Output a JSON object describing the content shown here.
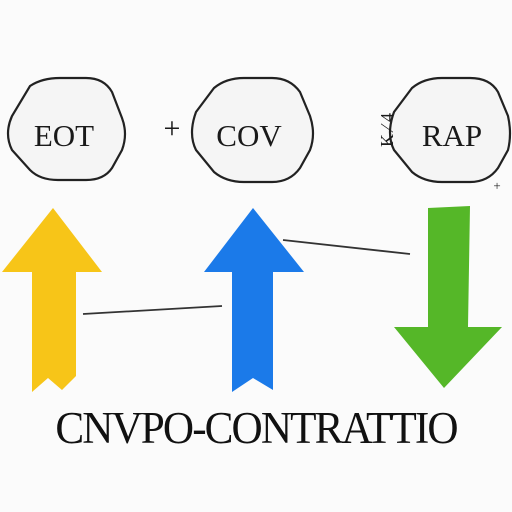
{
  "nodes": {
    "left": {
      "label": "EOT"
    },
    "middle": {
      "label": "COV"
    },
    "right": {
      "label": "RAP"
    }
  },
  "operators": {
    "plus": "+"
  },
  "side_marks": {
    "upper": "K ⁄ 4",
    "small": "+"
  },
  "arrows": {
    "left": {
      "direction": "up",
      "color": "#f7c518"
    },
    "middle": {
      "direction": "up",
      "color": "#1b7ae9"
    },
    "right": {
      "direction": "down",
      "color": "#55b728"
    }
  },
  "connector_color": "#333333",
  "node_border_color": "#222222",
  "node_fill": "#f5f5f5",
  "caption": "CNVPO-CONTRATTIO"
}
